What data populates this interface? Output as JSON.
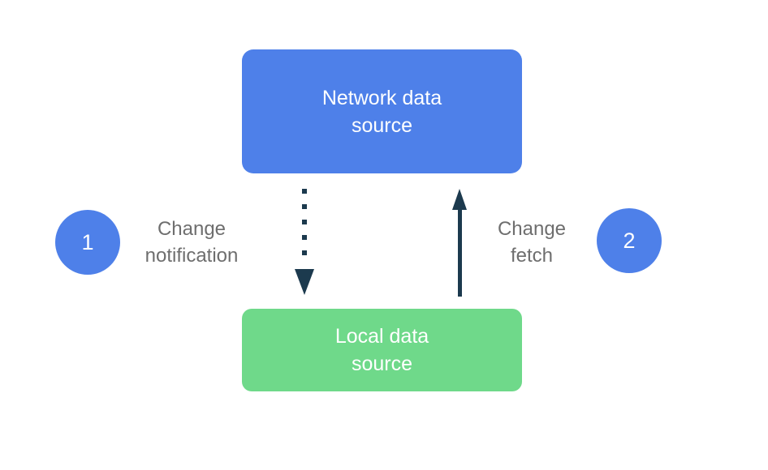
{
  "diagram": {
    "colors": {
      "background": "#ffffff",
      "network_box": "#4E80E9",
      "local_box": "#6FD98A",
      "arrow": "#1C3A4E",
      "label_text": "#6E6E6E",
      "badge": "#4E80E9",
      "badge_text": "#ffffff",
      "box_text": "#ffffff"
    },
    "nodes": {
      "network": {
        "label": "Network data source"
      },
      "local": {
        "label": "Local data source"
      }
    },
    "badges": {
      "one": "1",
      "two": "2"
    },
    "labels": {
      "change_notification": "Change notification",
      "change_fetch": "Change fetch"
    },
    "icons": {
      "down_arrow": "dotted-down-arrow-icon",
      "up_arrow": "solid-up-arrow-icon"
    }
  }
}
